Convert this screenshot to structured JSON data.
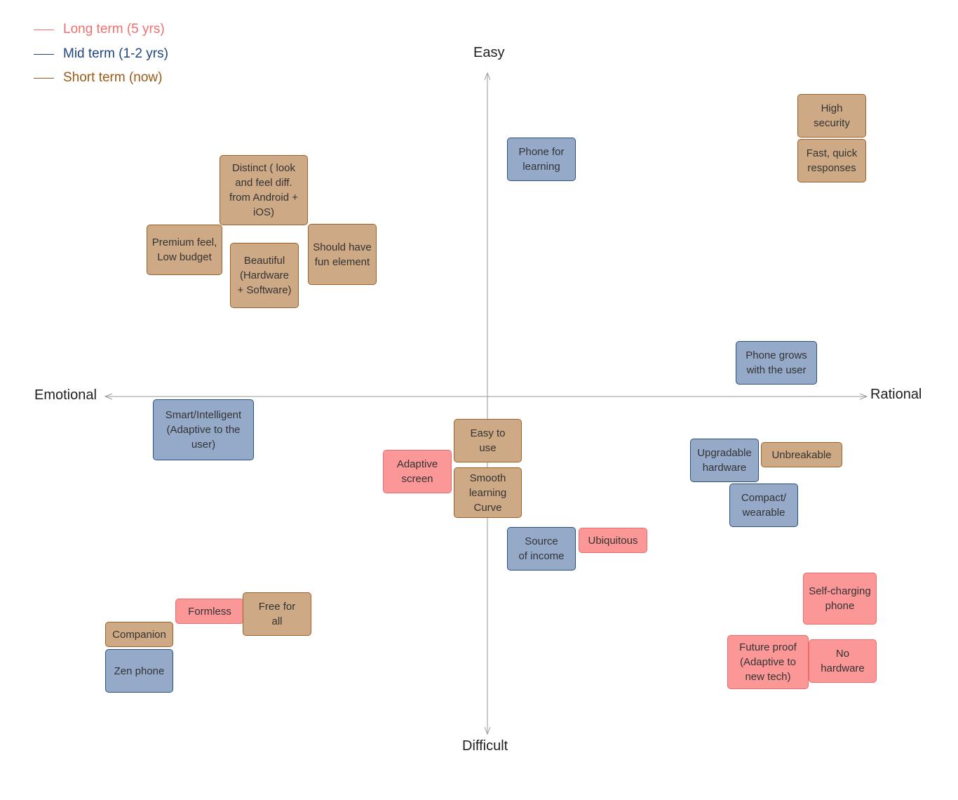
{
  "legend": [
    {
      "label": "Long term (5 yrs)",
      "color": "#ef6f6f"
    },
    {
      "label": "Mid term (1-2 yrs)",
      "color": "#1f4582"
    },
    {
      "label": "Short term (now)",
      "color": "#9a5a17"
    }
  ],
  "axes": {
    "top": "Easy",
    "bottom": "Difficult",
    "left": "Emotional",
    "right": "Rational",
    "color": "#9a9a9a"
  },
  "notes": [
    {
      "id": "high-security",
      "text": "High\nsecurity",
      "term": "short"
    },
    {
      "id": "fast-quick-responses",
      "text": "Fast, quick\nresponses",
      "term": "short"
    },
    {
      "id": "phone-for-learning",
      "text": "Phone for\nlearning",
      "term": "mid"
    },
    {
      "id": "distinct",
      "text": "Distinct ( look\nand feel diff.\nfrom Android +\niOS)",
      "term": "short"
    },
    {
      "id": "premium-feel",
      "text": "Premium feel,\nLow budget",
      "term": "short"
    },
    {
      "id": "beautiful",
      "text": "Beautiful\n(Hardware\n+ Software)",
      "term": "short"
    },
    {
      "id": "fun-element",
      "text": "Should have\nfun element",
      "term": "short"
    },
    {
      "id": "phone-grows",
      "text": "Phone grows\nwith the user",
      "term": "mid"
    },
    {
      "id": "smart-intelligent",
      "text": "Smart/Intelligent\n(Adaptive to the\nuser)",
      "term": "mid"
    },
    {
      "id": "easy-to-use",
      "text": "Easy to\nuse",
      "term": "short"
    },
    {
      "id": "adaptive-screen",
      "text": "Adaptive\nscreen",
      "term": "long"
    },
    {
      "id": "smooth-learning-curve",
      "text": "Smooth\nlearning\nCurve",
      "term": "short"
    },
    {
      "id": "upgradable-hardware",
      "text": "Upgradable\nhardware",
      "term": "mid"
    },
    {
      "id": "unbreakable",
      "text": "Unbreakable",
      "term": "short"
    },
    {
      "id": "compact-wearable",
      "text": "Compact/\nwearable",
      "term": "mid"
    },
    {
      "id": "source-of-income",
      "text": "Source\nof income",
      "term": "mid"
    },
    {
      "id": "ubiquitous",
      "text": "Ubiquitous",
      "term": "long"
    },
    {
      "id": "self-charging",
      "text": "Self-charging\nphone",
      "term": "long"
    },
    {
      "id": "future-proof",
      "text": "Future proof\n(Adaptive to\nnew tech)",
      "term": "long"
    },
    {
      "id": "no-hardware",
      "text": "No\nhardware",
      "term": "long"
    },
    {
      "id": "formless",
      "text": "Formless",
      "term": "long"
    },
    {
      "id": "free-for-all",
      "text": "Free for\nall",
      "term": "short"
    },
    {
      "id": "companion",
      "text": "Companion",
      "term": "short"
    },
    {
      "id": "zen-phone",
      "text": "Zen phone",
      "term": "mid"
    }
  ]
}
